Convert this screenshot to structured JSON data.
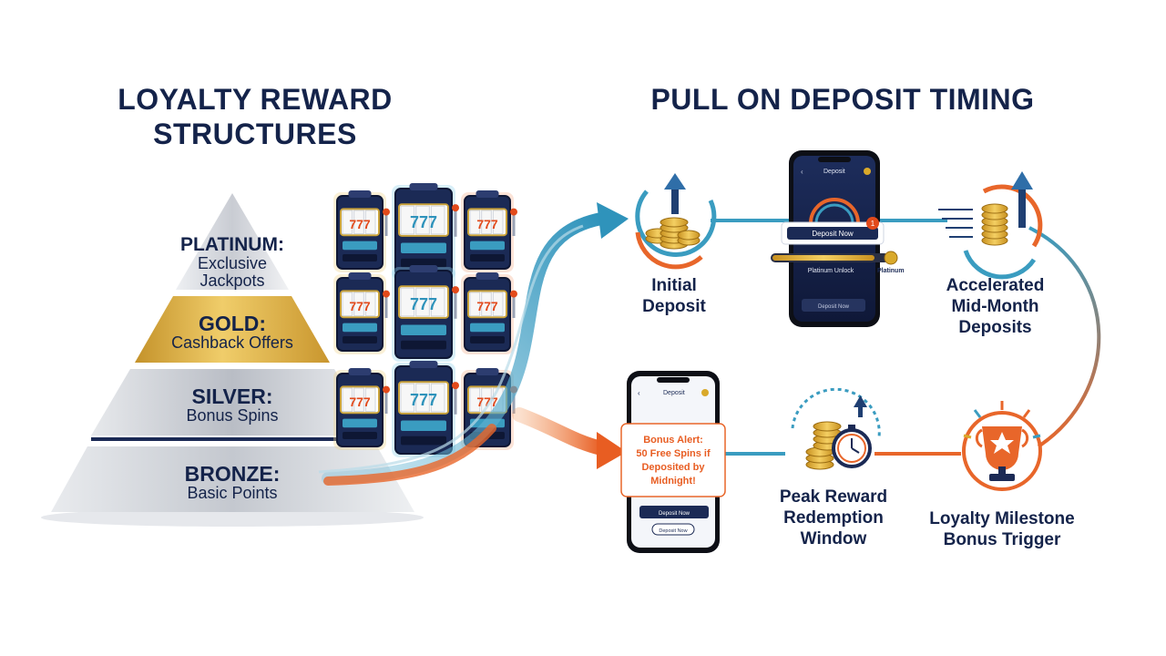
{
  "left": {
    "title_line1": "LOYALTY REWARD",
    "title_line2": "STRUCTURES",
    "tiers": [
      {
        "name": "PLATINUM:",
        "line2": "Exclusive",
        "line3": "Jackpots"
      },
      {
        "name": "GOLD:",
        "line2": "Cashback Offers"
      },
      {
        "name": "SILVER:",
        "line2": "Bonus Spins"
      },
      {
        "name": "BRONZE:",
        "line2": "Basic Points"
      }
    ],
    "slot_reel_text": "777"
  },
  "right": {
    "title": "PULL ON DEPOSIT TIMING",
    "steps": [
      {
        "line1": "Initial",
        "line2": "Deposit"
      },
      {
        "line1": "Accelerated",
        "line2": "Mid-Month",
        "line3": "Deposits"
      },
      {
        "line1": "Peak Reward",
        "line2": "Redemption",
        "line3": "Window"
      },
      {
        "line1": "Loyalty Milestone",
        "line2": "Bonus Trigger"
      }
    ],
    "phone_top": {
      "header": "Deposit",
      "button": "Deposit Now",
      "badge": "1",
      "progress_label": "Platinum Unlock",
      "progress_end": "Platinum",
      "footer": "Deposit Now"
    },
    "phone_bottom": {
      "header": "Deposit",
      "alert_line1": "Bonus Alert:",
      "alert_line2": "50 Free Spins if",
      "alert_line3": "Deposited by",
      "alert_line4": "Midnight!",
      "button1": "Deposit Now",
      "button2": "Deposit Now"
    }
  },
  "colors": {
    "navy": "#14234a",
    "teal": "#3a9cc0",
    "orange": "#e8662a",
    "gold": "#d9a92a",
    "silver": "#b8bdc6"
  }
}
